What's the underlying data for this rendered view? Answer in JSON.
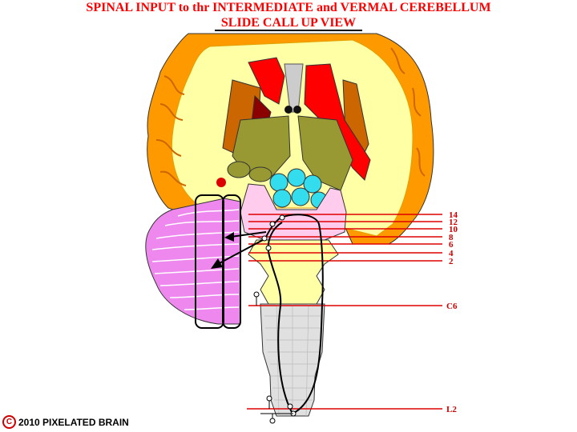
{
  "title": {
    "line1": "SPINAL INPUT to thr INTERMEDIATE and VERMAL CEREBELLUM",
    "line2": "SLIDE CALL UP VIEW"
  },
  "levels": [
    {
      "label": "14"
    },
    {
      "label": "12"
    },
    {
      "label": "10"
    },
    {
      "label": "8"
    },
    {
      "label": "6"
    },
    {
      "label": "4"
    },
    {
      "label": "2"
    },
    {
      "label": "C6"
    },
    {
      "label": "L2"
    }
  ],
  "copyright": {
    "symbol": "C",
    "text": "2010  PIXELATED BRAIN"
  },
  "colors": {
    "title": "#ff0000",
    "cortex": "#ff9900",
    "white_matter": "#ffff99",
    "thalamus": "#999933",
    "putamen": "#cc6600",
    "caudate": "#ff0000",
    "cerebellum": "#ee88ee",
    "pons": "#ffccee",
    "midbrain_nuclei": "#33ddee",
    "spinal_cord": "#dddddd"
  }
}
